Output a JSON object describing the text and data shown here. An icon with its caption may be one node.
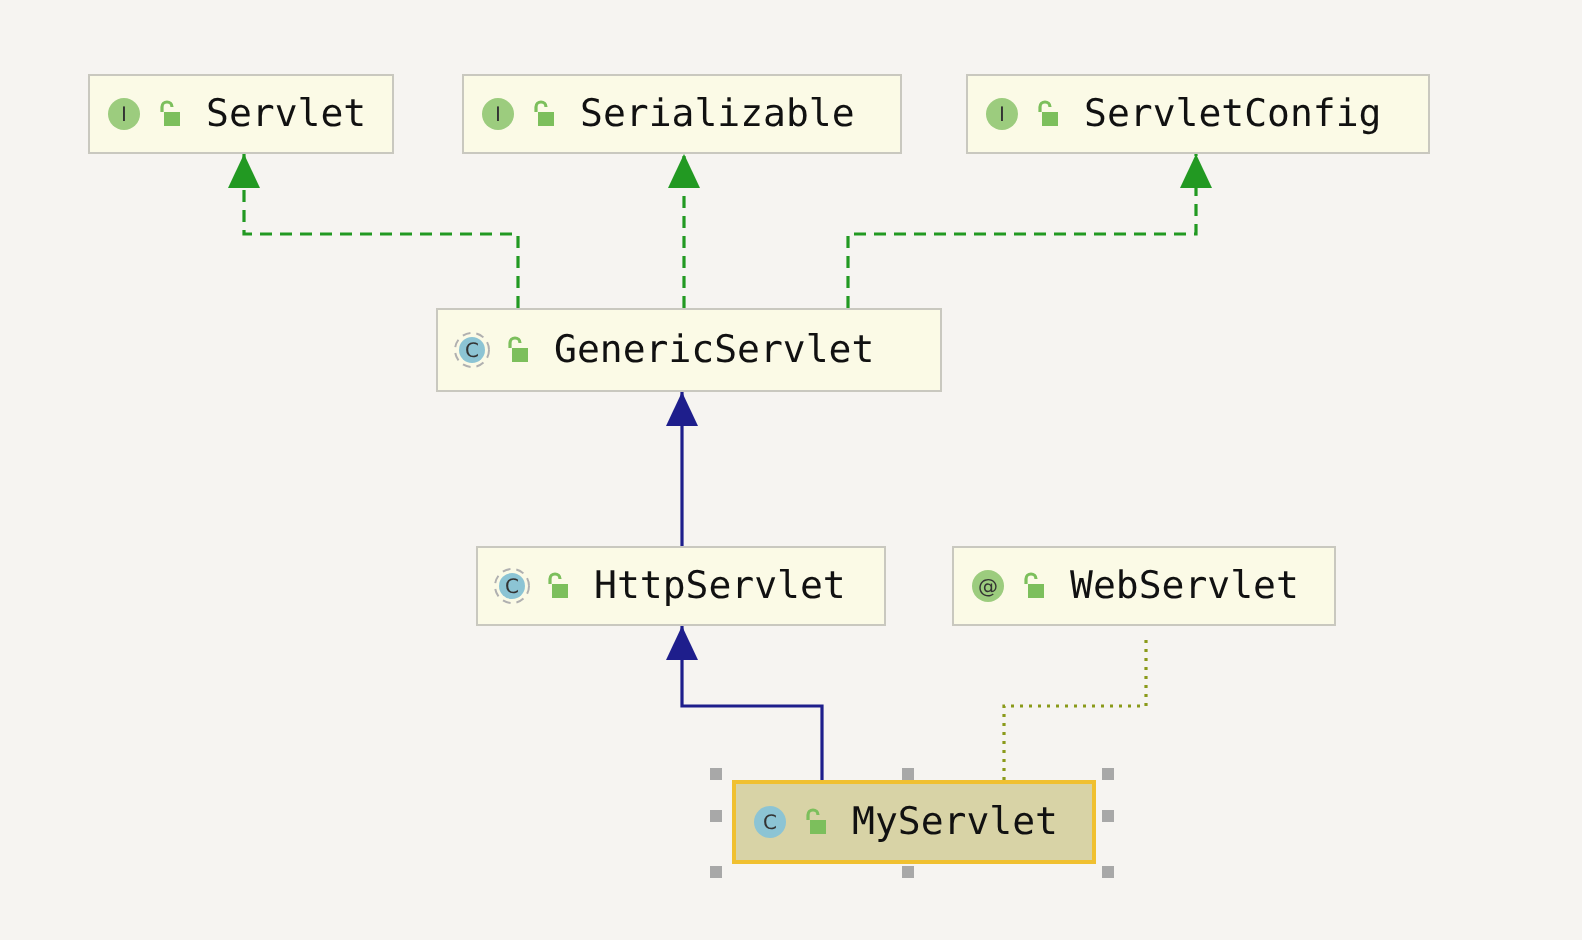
{
  "diagram": {
    "nodes": [
      {
        "text": [
          "Servlet"
        ]
      },
      {
        "text": [
          "Serializable"
        ]
      },
      {
        "text": [
          "ServletConfig"
        ]
      },
      {
        "text": [
          "GenericServlet"
        ]
      },
      {
        "text": [
          "HttpServlet"
        ]
      },
      {
        "text": [
          "WebServlet"
        ]
      },
      {
        "text": [
          "MyServlet"
        ]
      }
    ],
    "edges": [
      {
        "from": 3,
        "to": 0,
        "arrow": "to",
        "style": "dashed",
        "color": "#229922"
      },
      {
        "from": 3,
        "to": 1,
        "arrow": "to",
        "style": "dashed",
        "color": "#229922"
      },
      {
        "from": 3,
        "to": 2,
        "arrow": "to",
        "style": "dashed",
        "color": "#229922"
      },
      {
        "from": 4,
        "to": 3,
        "arrow": "to",
        "color": "#1e1e8c"
      },
      {
        "from": 6,
        "to": 4,
        "arrow": "to",
        "color": "#1e1e8c"
      },
      {
        "from": 6,
        "to": 5,
        "arrow": "none",
        "style": "dashed",
        "color": "#8a9a1a"
      }
    ],
    "labels": [
      "I",
      "I",
      "I",
      "C",
      "C",
      "@",
      "C"
    ]
  }
}
